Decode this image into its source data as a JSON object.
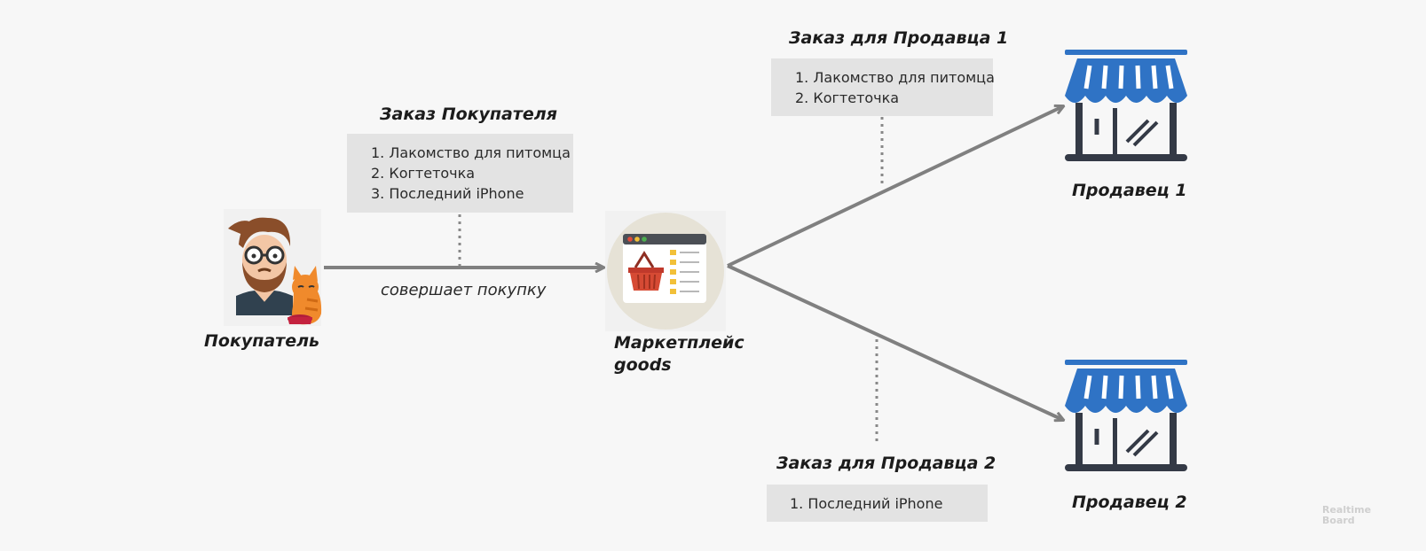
{
  "buyer_order": {
    "title": "Заказ Покупателя",
    "items": [
      "1. Лакомство для питомца",
      "2. Когтеточка",
      "3. Последний iPhone"
    ]
  },
  "seller1_order": {
    "title": "Заказ для Продавца 1",
    "items": [
      "1. Лакомство для питомца",
      "2. Когтеточка"
    ]
  },
  "seller2_order": {
    "title": "Заказ для Продавца 2",
    "items": [
      "1. Последний iPhone"
    ]
  },
  "nodes": {
    "buyer": "Покупатель",
    "marketplace_line1": "Маркетплейс",
    "marketplace_line2": "goods",
    "seller1": "Продавец 1",
    "seller2": "Продавец 2"
  },
  "edges": {
    "purchase_label": "совершает покупку"
  },
  "watermark": {
    "line1": "Realtime",
    "line2": "Board"
  },
  "colors": {
    "arrow": "#808080",
    "shop_blue": "#2f73c5",
    "shop_dark": "#343a46",
    "box_bg": "#e3e3e3"
  }
}
